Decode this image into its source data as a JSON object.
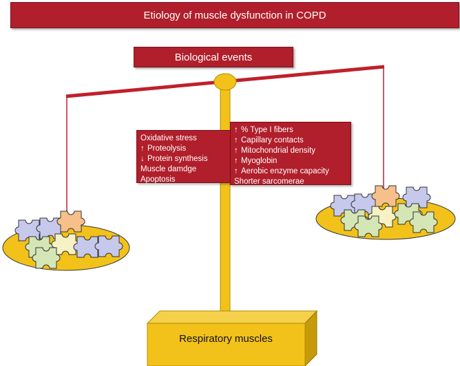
{
  "title": "Etiology of muscle dysfunction in COPD",
  "subtitle": "Biological events",
  "left_events": [
    {
      "arrow": "",
      "text": "Oxidative stress"
    },
    {
      "arrow": "↑",
      "text": "Proteolysis"
    },
    {
      "arrow": "↓",
      "text": "Protein synthesis"
    },
    {
      "arrow": "",
      "text": "Muscle damdge"
    },
    {
      "arrow": "",
      "text": "Apoptosis"
    }
  ],
  "right_events": [
    {
      "arrow": "↑",
      "text": "% Type I fibers"
    },
    {
      "arrow": "↑",
      "text": "Capillary contacts"
    },
    {
      "arrow": "↑",
      "text": "Mitochondrial density"
    },
    {
      "arrow": "↑",
      "text": "Myoglobin"
    },
    {
      "arrow": "↑",
      "text": "Aerobic enzyme capacity"
    },
    {
      "arrow": "",
      "text": "Shorter sarcomerae"
    }
  ],
  "base_label": "Respiratory muscles",
  "colors": {
    "banner": "#b01f2b",
    "beam": "#c0202a",
    "gold": "#f2c21b",
    "gold_dark": "#c79a0a",
    "puzzle_lavender": "#c6c9ec",
    "puzzle_orange": "#f7c08a",
    "puzzle_green": "#d4e6b5",
    "puzzle_yellow": "#f7f2c4"
  },
  "icons": [
    "scale-icon",
    "puzzle-icon"
  ]
}
